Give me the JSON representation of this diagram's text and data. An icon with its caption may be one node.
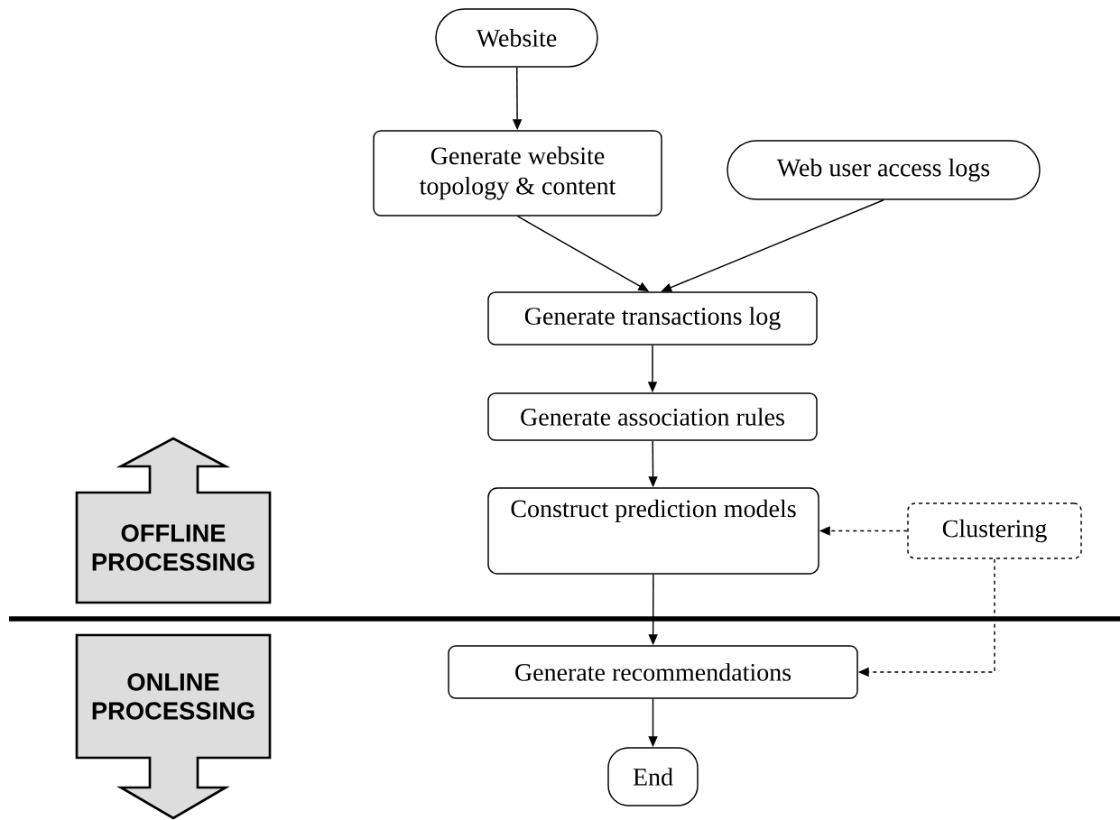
{
  "diagram": {
    "nodes": [
      {
        "text": [
          "Website"
        ]
      },
      {
        "text": [
          "Generate website topology & content"
        ]
      },
      {
        "text": [
          "Web user access logs"
        ]
      },
      {
        "text": [
          "Generate transactions log"
        ]
      },
      {
        "text": [
          "Generate association rules"
        ]
      },
      {
        "text": [
          "Construct prediction models"
        ]
      },
      {
        "text": [
          "Clustering"
        ]
      },
      {
        "text": [
          "Generate recommendations"
        ]
      },
      {
        "text": [
          "End"
        ]
      },
      {
        "text": [
          "OFFLINE PROCESSING"
        ]
      },
      {
        "text": [
          "ONLINE PROCESSING"
        ]
      }
    ],
    "edges": [
      {
        "from": 0,
        "to": 1,
        "arrow": "to"
      },
      {
        "from": 1,
        "to": 3,
        "arrow": "to"
      },
      {
        "from": 2,
        "to": 3,
        "arrow": "to"
      },
      {
        "from": 3,
        "to": 4,
        "arrow": "to"
      },
      {
        "from": 4,
        "to": 5,
        "arrow": "to"
      },
      {
        "from": 6,
        "to": 5,
        "arrow": "to",
        "style": "dashed"
      },
      {
        "from": 5,
        "to": 7,
        "arrow": "to"
      },
      {
        "from": 6,
        "to": 7,
        "arrow": "to",
        "style": "dashed"
      },
      {
        "from": 7,
        "to": 8,
        "arrow": "to"
      }
    ]
  }
}
